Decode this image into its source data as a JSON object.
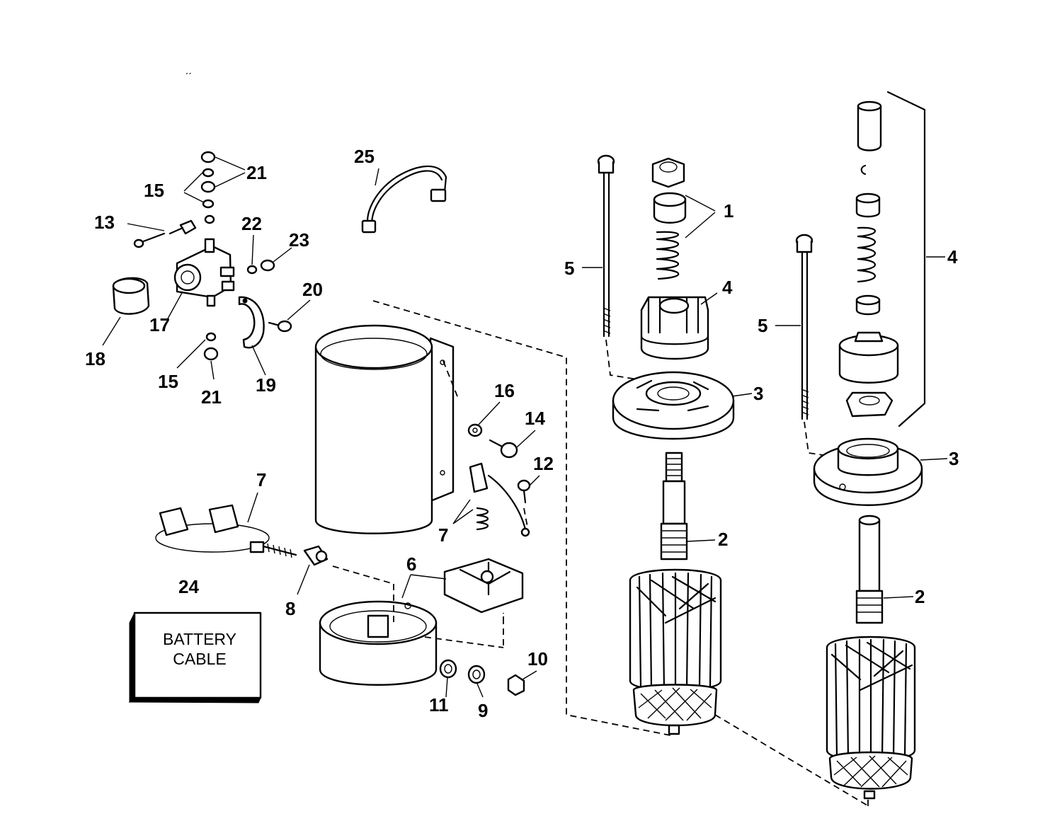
{
  "callouts": {
    "c1": "1",
    "c2a": "2",
    "c2b": "2",
    "c3a": "3",
    "c3b": "3",
    "c4a": "4",
    "c4b": "4",
    "c5a": "5",
    "c5b": "5",
    "c6": "6",
    "c7a": "7",
    "c7b": "7",
    "c8": "8",
    "c9": "9",
    "c10": "10",
    "c11": "11",
    "c12": "12",
    "c13": "13",
    "c14": "14",
    "c15a": "15",
    "c15b": "15",
    "c16": "16",
    "c17": "17",
    "c18": "18",
    "c19": "19",
    "c20": "20",
    "c21a": "21",
    "c21b": "21",
    "c22": "22",
    "c23": "23",
    "c24": "24",
    "c25": "25"
  },
  "battery_cable": {
    "line1": "BATTERY",
    "line2": "CABLE"
  },
  "stray_mark": "´´"
}
